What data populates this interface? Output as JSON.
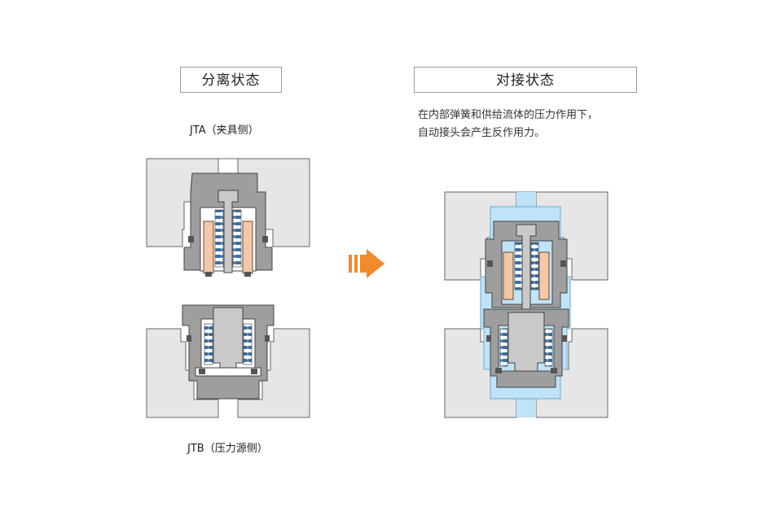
{
  "left_panel": {
    "title": "分离状态",
    "top_label": "JTA（夹具侧）",
    "bottom_label": "JTB（压力源侧）"
  },
  "right_panel": {
    "title": "对接状态",
    "description_line1": "在内部弹簧和供给流体的压力作用下，",
    "description_line2": "自动接头会产生反作用力。"
  },
  "colors": {
    "block": "#e6e6e6",
    "steel": "#9e9e9e",
    "steel_light": "#c9c9c9",
    "copper": "#f2c8a8",
    "fluid": "#bfe3f7",
    "spring": "#3d6f9e",
    "arrow": "#f08a2c"
  }
}
